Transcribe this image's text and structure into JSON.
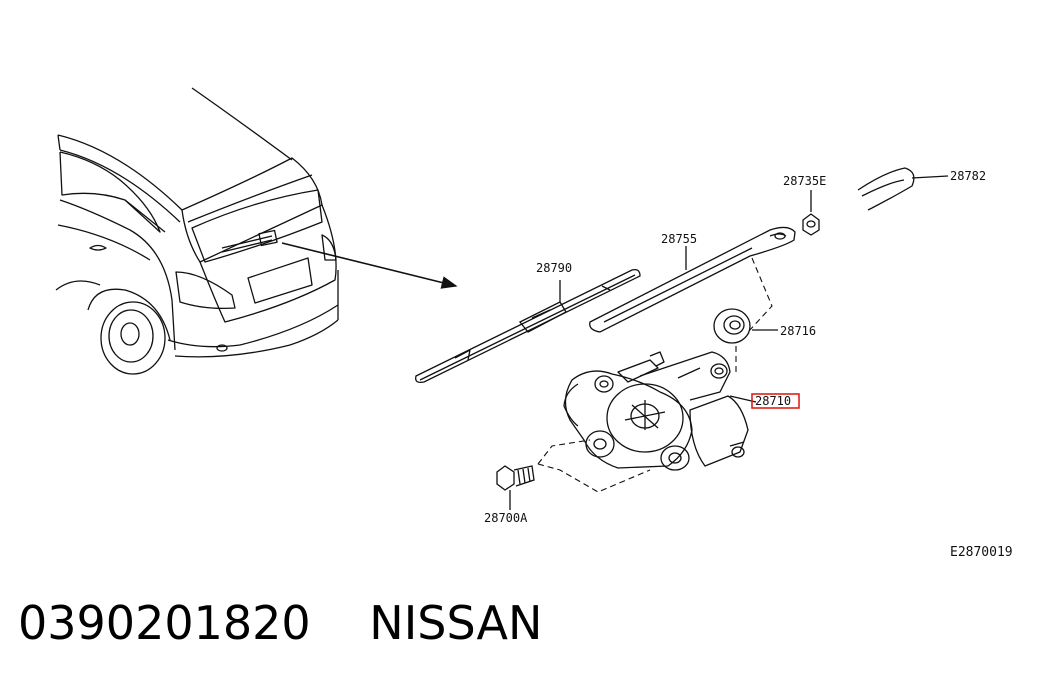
{
  "diagram": {
    "callouts": [
      {
        "id": "28782",
        "label": "28782",
        "highlighted": false
      },
      {
        "id": "28735E",
        "label": "28735E",
        "highlighted": false
      },
      {
        "id": "28755",
        "label": "28755",
        "highlighted": false
      },
      {
        "id": "28790",
        "label": "28790",
        "highlighted": false
      },
      {
        "id": "28716",
        "label": "28716",
        "highlighted": false
      },
      {
        "id": "28710",
        "label": "28710",
        "highlighted": true
      },
      {
        "id": "28700A",
        "label": "28700A",
        "highlighted": false
      }
    ],
    "figure_code": "E2870019",
    "highlight_color": "#e0201a"
  },
  "caption": {
    "part_number": "0390201820",
    "brand": "NISSAN"
  }
}
